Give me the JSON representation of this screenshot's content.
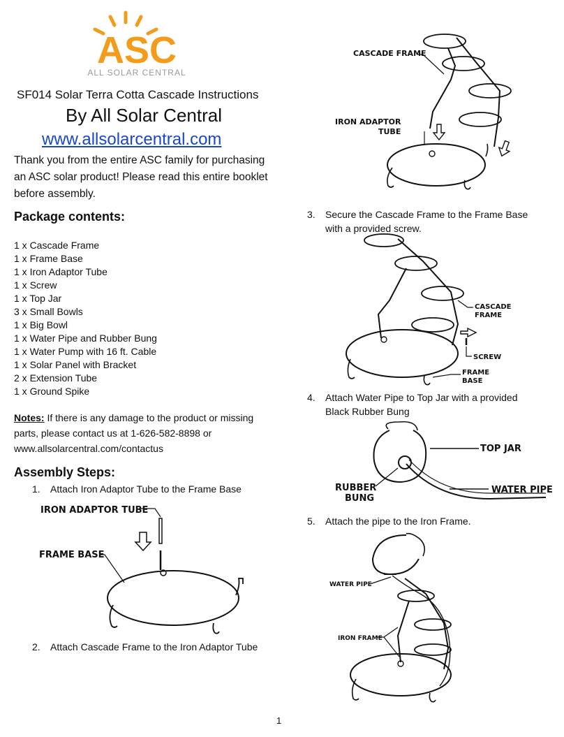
{
  "logo": {
    "mark": "ASC",
    "tagline": "ALL SOLAR CENTRAL",
    "colors": {
      "orange": "#f39c1c",
      "gray": "#9a9a9a"
    }
  },
  "header": {
    "title": "SF014 Solar Terra Cotta Cascade Instructions",
    "byline": "By All Solar Central",
    "url": "www.allsolarcentral.com"
  },
  "intro": "Thank you from the entire ASC family for purchasing an ASC solar product! Please read this entire booklet before assembly.",
  "package": {
    "heading": "Package contents:",
    "items": [
      "1 x Cascade Frame",
      "1 x Frame Base",
      "1 x Iron Adaptor Tube",
      "1 x Screw",
      "1 x Top Jar",
      "3 x Small Bowls",
      "1 x Big Bowl",
      "1 x Water Pipe and Rubber Bung",
      "1 x Water Pump with 16 ft. Cable",
      "1 x Solar Panel with Bracket",
      "2 x Extension Tube",
      "1 x Ground Spike"
    ]
  },
  "notes": {
    "label": "Notes:",
    "text": " If there is any damage to the product or missing parts, please contact us at 1-626-582-8898 or www.allsolarcentral.com/contactus"
  },
  "assembly": {
    "heading": "Assembly Steps:",
    "steps": [
      {
        "num": "1.",
        "text": "Attach Iron Adaptor Tube to the Frame Base"
      },
      {
        "num": "2.",
        "text": "Attach Cascade Frame to the Iron Adaptor Tube"
      },
      {
        "num": "3.",
        "text": "Secure the Cascade Frame to the Frame Base with a provided screw."
      },
      {
        "num": "4.",
        "text": "Attach Water Pipe to Top Jar with a provided Black Rubber Bung"
      },
      {
        "num": "5.",
        "text": "Attach the pipe to the Iron Frame."
      }
    ]
  },
  "figures": {
    "fig1": {
      "adaptor": "IRON ADAPTOR TUBE",
      "base": "FRAME BASE"
    },
    "fig2": {
      "frame": "CASCADE FRAME",
      "adaptor1": "IRON ADAPTOR",
      "adaptor2": "TUBE"
    },
    "fig3": {
      "frame1": "CASCADE",
      "frame2": "FRAME",
      "screw": "SCREW",
      "base1": "FRAME",
      "base2": "BASE"
    },
    "fig4": {
      "jar": "TOP JAR",
      "bung1": "RUBBER",
      "bung2": "BUNG",
      "pipe": "WATER PIPE"
    },
    "fig5": {
      "pipe": "WATER PIPE",
      "frame": "IRON FRAME"
    }
  },
  "page_number": "1"
}
